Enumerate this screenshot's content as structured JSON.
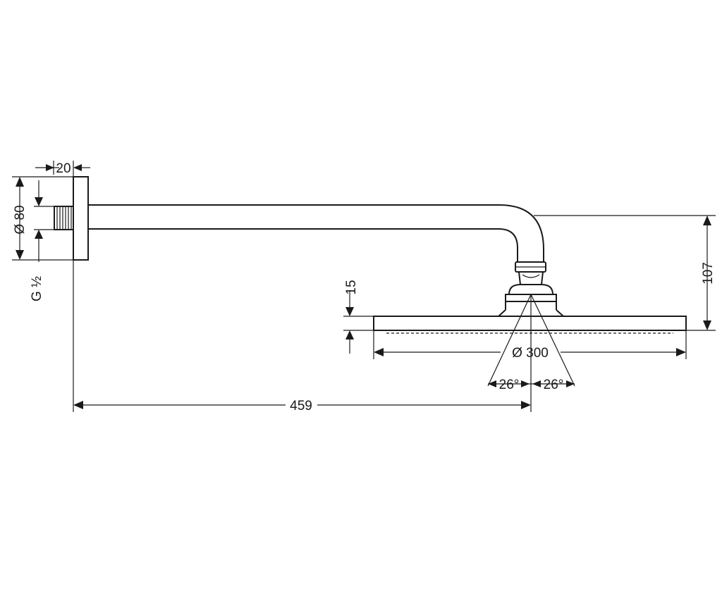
{
  "dimensions": {
    "flange_depth": "20",
    "flange_diameter": "Ø 80",
    "thread": "G ½",
    "head_thickness": "15",
    "drop_height": "107",
    "head_diameter": "Ø 300",
    "spray_angle_left": "26°",
    "spray_angle_right": "26°",
    "arm_projection": "459"
  }
}
